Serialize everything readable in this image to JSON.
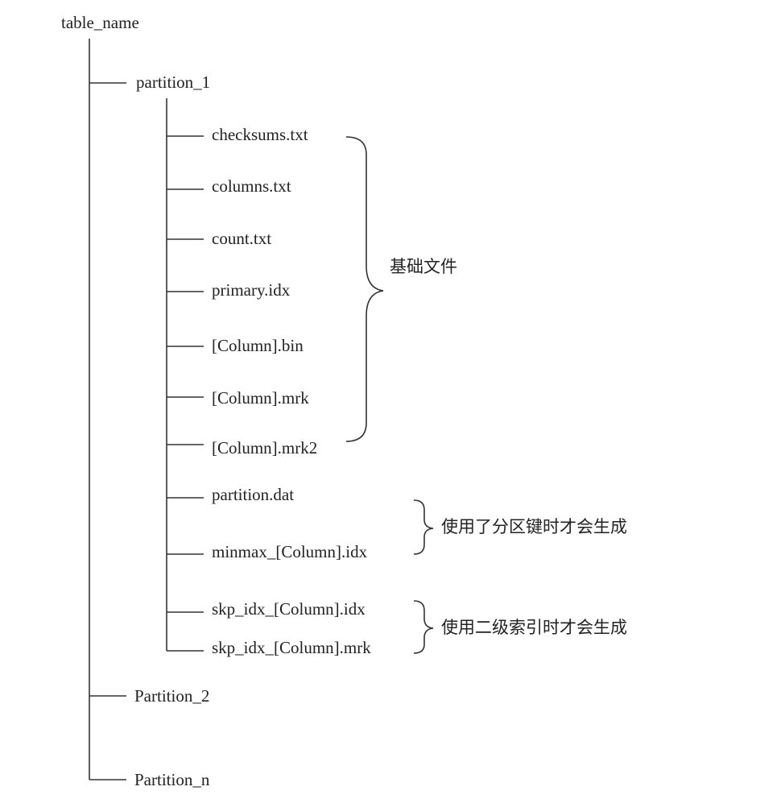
{
  "tree": {
    "root": "table_name",
    "partitions": [
      "partition_1",
      "Partition_2",
      "Partition_n"
    ],
    "files": [
      "checksums.txt",
      "columns.txt",
      "count.txt",
      "primary.idx",
      "[Column].bin",
      "[Column].mrk",
      "[Column].mrk2",
      "partition.dat",
      "minmax_[Column].idx",
      "skp_idx_[Column].idx",
      "skp_idx_[Column].mrk"
    ]
  },
  "annotations": {
    "basic_files": "基础文件",
    "partition_key": "使用了分区键时才会生成",
    "secondary_index": "使用二级索引时才会生成"
  }
}
